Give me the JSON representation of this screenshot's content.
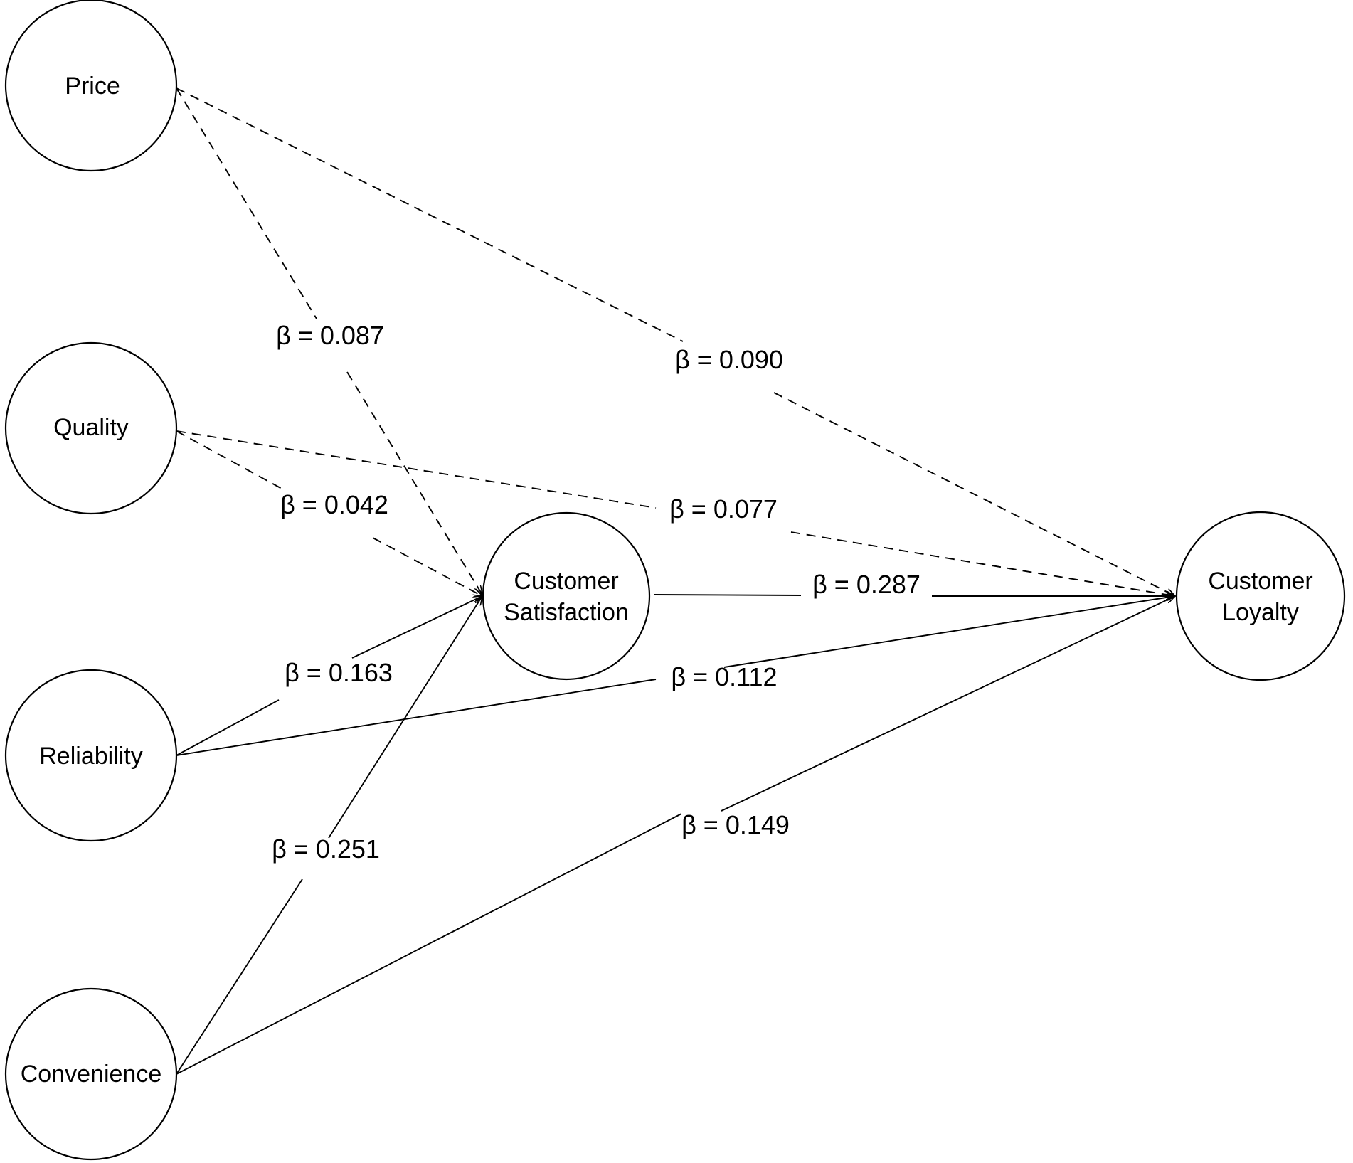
{
  "nodes": {
    "price": {
      "label": "Price"
    },
    "quality": {
      "label": "Quality"
    },
    "reliability": {
      "label": "Reliability"
    },
    "convenience": {
      "label": "Convenience"
    },
    "satisfaction": {
      "label_line1": "Customer",
      "label_line2": "Satisfaction"
    },
    "loyalty": {
      "label_line1": "Customer",
      "label_line2": "Loyalty"
    }
  },
  "paths": [
    {
      "from": "Price",
      "to": "Customer Satisfaction",
      "style": "dashed",
      "label": "β = 0.087"
    },
    {
      "from": "Price",
      "to": "Customer Loyalty",
      "style": "dashed",
      "label": "β = 0.090"
    },
    {
      "from": "Quality",
      "to": "Customer Satisfaction",
      "style": "dashed",
      "label": "β = 0.042"
    },
    {
      "from": "Quality",
      "to": "Customer Loyalty",
      "style": "dashed",
      "label": "β = 0.077"
    },
    {
      "from": "Customer Satisfaction",
      "to": "Customer Loyalty",
      "style": "solid",
      "label": "β = 0.287"
    },
    {
      "from": "Reliability",
      "to": "Customer Satisfaction",
      "style": "solid",
      "label": "β = 0.163"
    },
    {
      "from": "Reliability",
      "to": "Customer Loyalty",
      "style": "solid",
      "label": "β = 0.112"
    },
    {
      "from": "Convenience",
      "to": "Customer Satisfaction",
      "style": "solid",
      "label": "β = 0.251"
    },
    {
      "from": "Convenience",
      "to": "Customer Loyalty",
      "style": "solid",
      "label": "β = 0.149"
    }
  ]
}
